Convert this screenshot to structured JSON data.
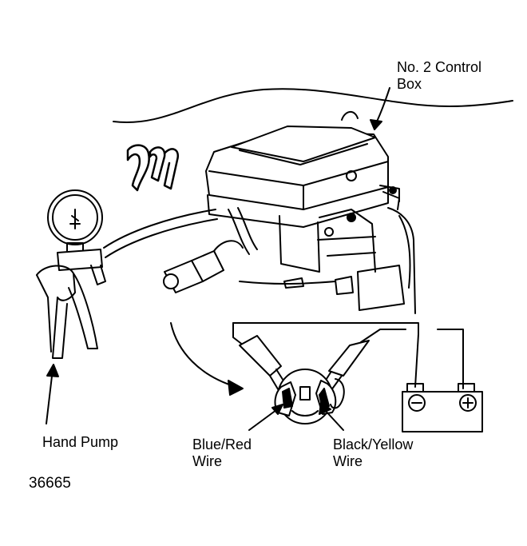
{
  "labels": {
    "control_box_line1": "No. 2 Control",
    "control_box_line2": "Box",
    "hand_pump": "Hand Pump",
    "blue_red_line1": "Blue/Red",
    "blue_red_line2": "Wire",
    "black_yellow_line1": "Black/Yellow",
    "black_yellow_line2": "Wire",
    "figure_number": "36665"
  },
  "colors": {
    "ink": "#000000",
    "paper": "#ffffff"
  }
}
